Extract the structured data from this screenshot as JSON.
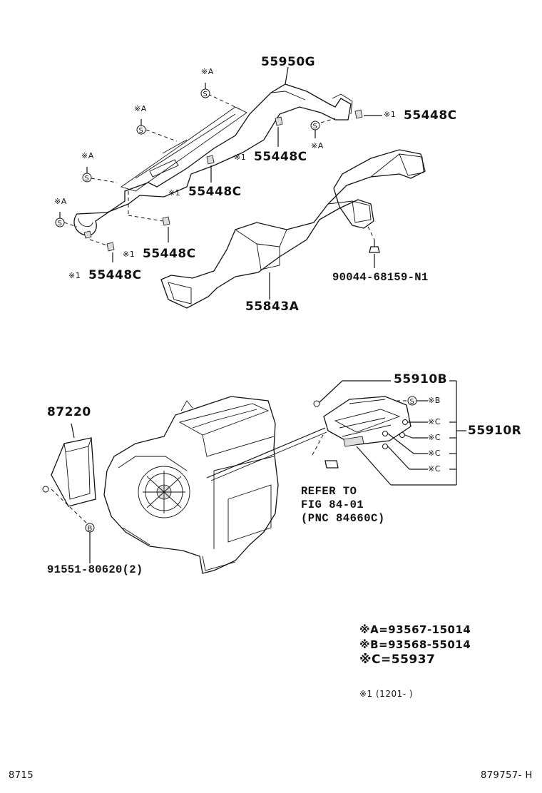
{
  "labels": {
    "part_55950G": "55950G",
    "part_55448C_1": "55448C",
    "part_55448C_2": "55448C",
    "part_55448C_3": "55448C",
    "part_55448C_4": "55448C",
    "part_55448C_5": "55448C",
    "marker_1": "※1",
    "marker_A": "※A",
    "screw_symbol": "S",
    "bolt_symbol": "B",
    "part_90044": "90044-68159-N1",
    "part_55843A": "55843A",
    "part_55910B": "55910B",
    "part_55910R": "55910R",
    "marker_B": "※B",
    "marker_C": "※C",
    "part_87220": "87220",
    "part_91551": "91551-80620(2)",
    "refer_line1": "REFER TO",
    "refer_line2": "FIG 84-01",
    "refer_line3": "(PNC 84660C)"
  },
  "legend": {
    "a": "※A=93567-15014",
    "b": "※B=93568-55014",
    "c": "※C=55937",
    "note1": "※1 (1201-     )"
  },
  "footer": {
    "left": "8715",
    "right": "879757- H"
  }
}
